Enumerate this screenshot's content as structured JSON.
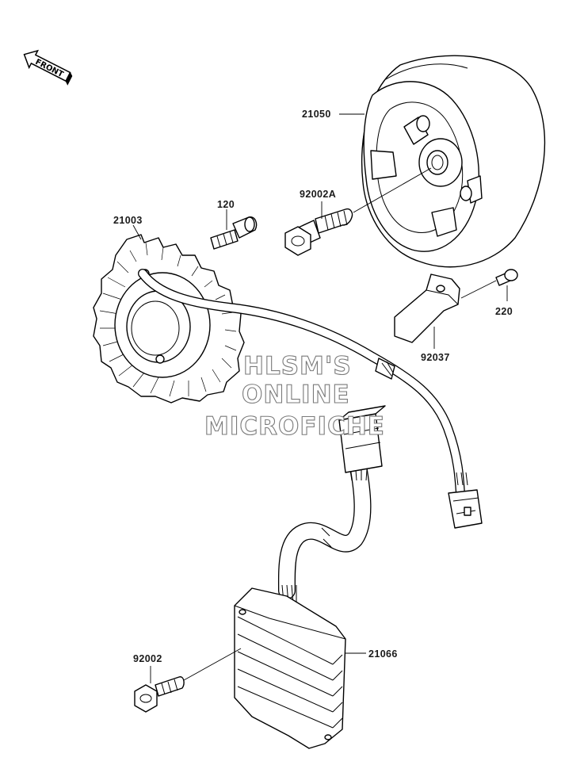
{
  "front_indicator": {
    "label": "FRONT"
  },
  "parts": [
    {
      "id": "21050",
      "label": "21050"
    },
    {
      "id": "92002A",
      "label": "92002A"
    },
    {
      "id": "120",
      "label": "120"
    },
    {
      "id": "21003",
      "label": "21003"
    },
    {
      "id": "220",
      "label": "220"
    },
    {
      "id": "92037",
      "label": "92037"
    },
    {
      "id": "21066",
      "label": "21066"
    },
    {
      "id": "92002",
      "label": "92002"
    }
  ],
  "watermark": {
    "line1": "HLSM'S",
    "line2": "ONLINE",
    "line3": "MICROFICHE"
  }
}
